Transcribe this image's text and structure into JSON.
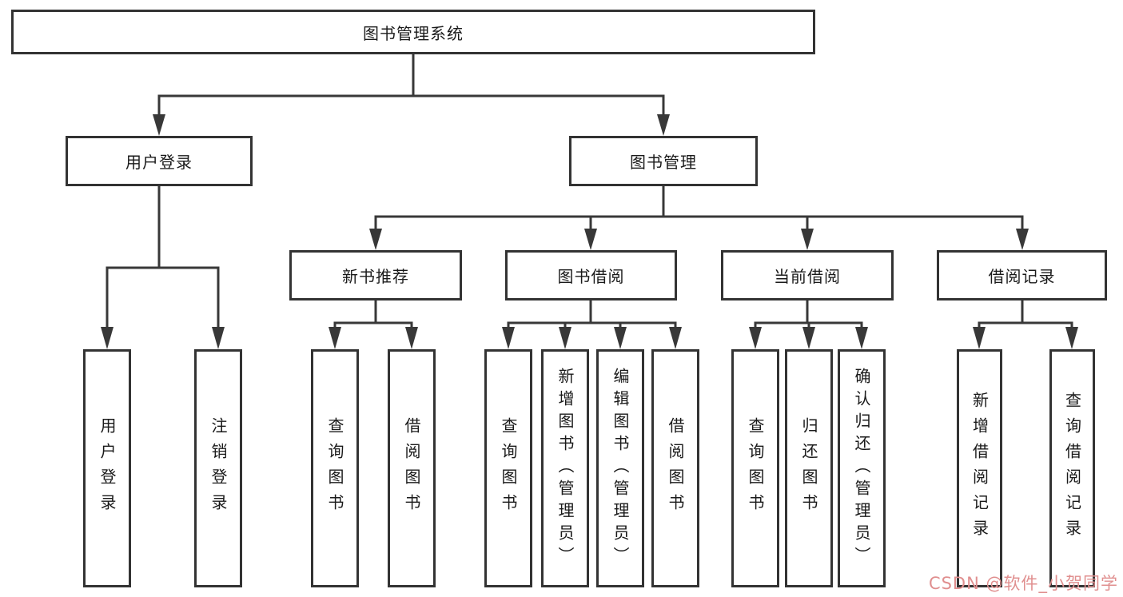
{
  "diagram": {
    "title": "图书管理系统",
    "level2": [
      {
        "label": "用户登录"
      },
      {
        "label": "图书管理"
      }
    ],
    "level3": [
      {
        "label": "新书推荐"
      },
      {
        "label": "图书借阅"
      },
      {
        "label": "当前借阅"
      },
      {
        "label": "借阅记录"
      }
    ],
    "leaves": [
      {
        "group": "用户登录",
        "items": [
          {
            "label": "用户登录"
          },
          {
            "label": "注销登录"
          }
        ]
      },
      {
        "group": "新书推荐",
        "items": [
          {
            "label": "查询图书"
          },
          {
            "label": "借阅图书"
          }
        ]
      },
      {
        "group": "图书借阅",
        "items": [
          {
            "label": "查询图书"
          },
          {
            "label": "新增图书（管理员）"
          },
          {
            "label": "编辑图书（管理员）"
          },
          {
            "label": "借阅图书"
          }
        ]
      },
      {
        "group": "当前借阅",
        "items": [
          {
            "label": "查询图书"
          },
          {
            "label": "归还图书"
          },
          {
            "label": "确认归还（管理员）"
          }
        ]
      },
      {
        "group": "借阅记录",
        "items": [
          {
            "label": "新增借阅记录"
          },
          {
            "label": "查询借阅记录"
          }
        ]
      }
    ]
  },
  "watermark": {
    "text": "CSDN @软件_小贺同学",
    "color": "#e08f8f"
  },
  "colors": {
    "line": "#383838",
    "box_border": "#333333",
    "background": "#ffffff",
    "text": "#1a1a1a"
  }
}
